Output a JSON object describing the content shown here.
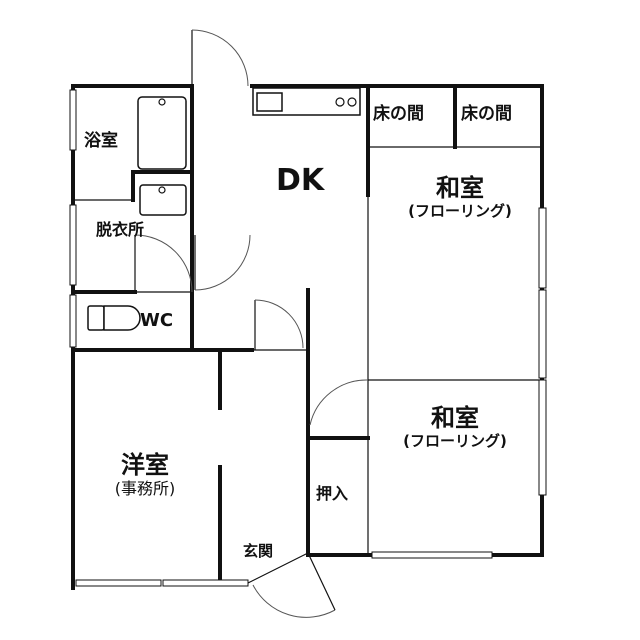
{
  "floor_plan": {
    "rooms": {
      "bath": {
        "label": "浴室"
      },
      "dressing": {
        "label": "脱衣所"
      },
      "wc": {
        "label": "WC"
      },
      "dk": {
        "label": "DK"
      },
      "tokonoma_1": {
        "label": "床の間"
      },
      "tokonoma_2": {
        "label": "床の間"
      },
      "washitsu_north": {
        "label": "和室",
        "sublabel": "(フローリング)"
      },
      "washitsu_south": {
        "label": "和室",
        "sublabel": "(フローリング)"
      },
      "closet": {
        "label": "押入"
      },
      "western_room": {
        "label": "洋室",
        "sublabel": "(事務所)"
      },
      "entrance": {
        "label": "玄関"
      }
    },
    "colors": {
      "wall": "#111111",
      "background": "#ffffff",
      "door_arc": "#555555"
    }
  }
}
